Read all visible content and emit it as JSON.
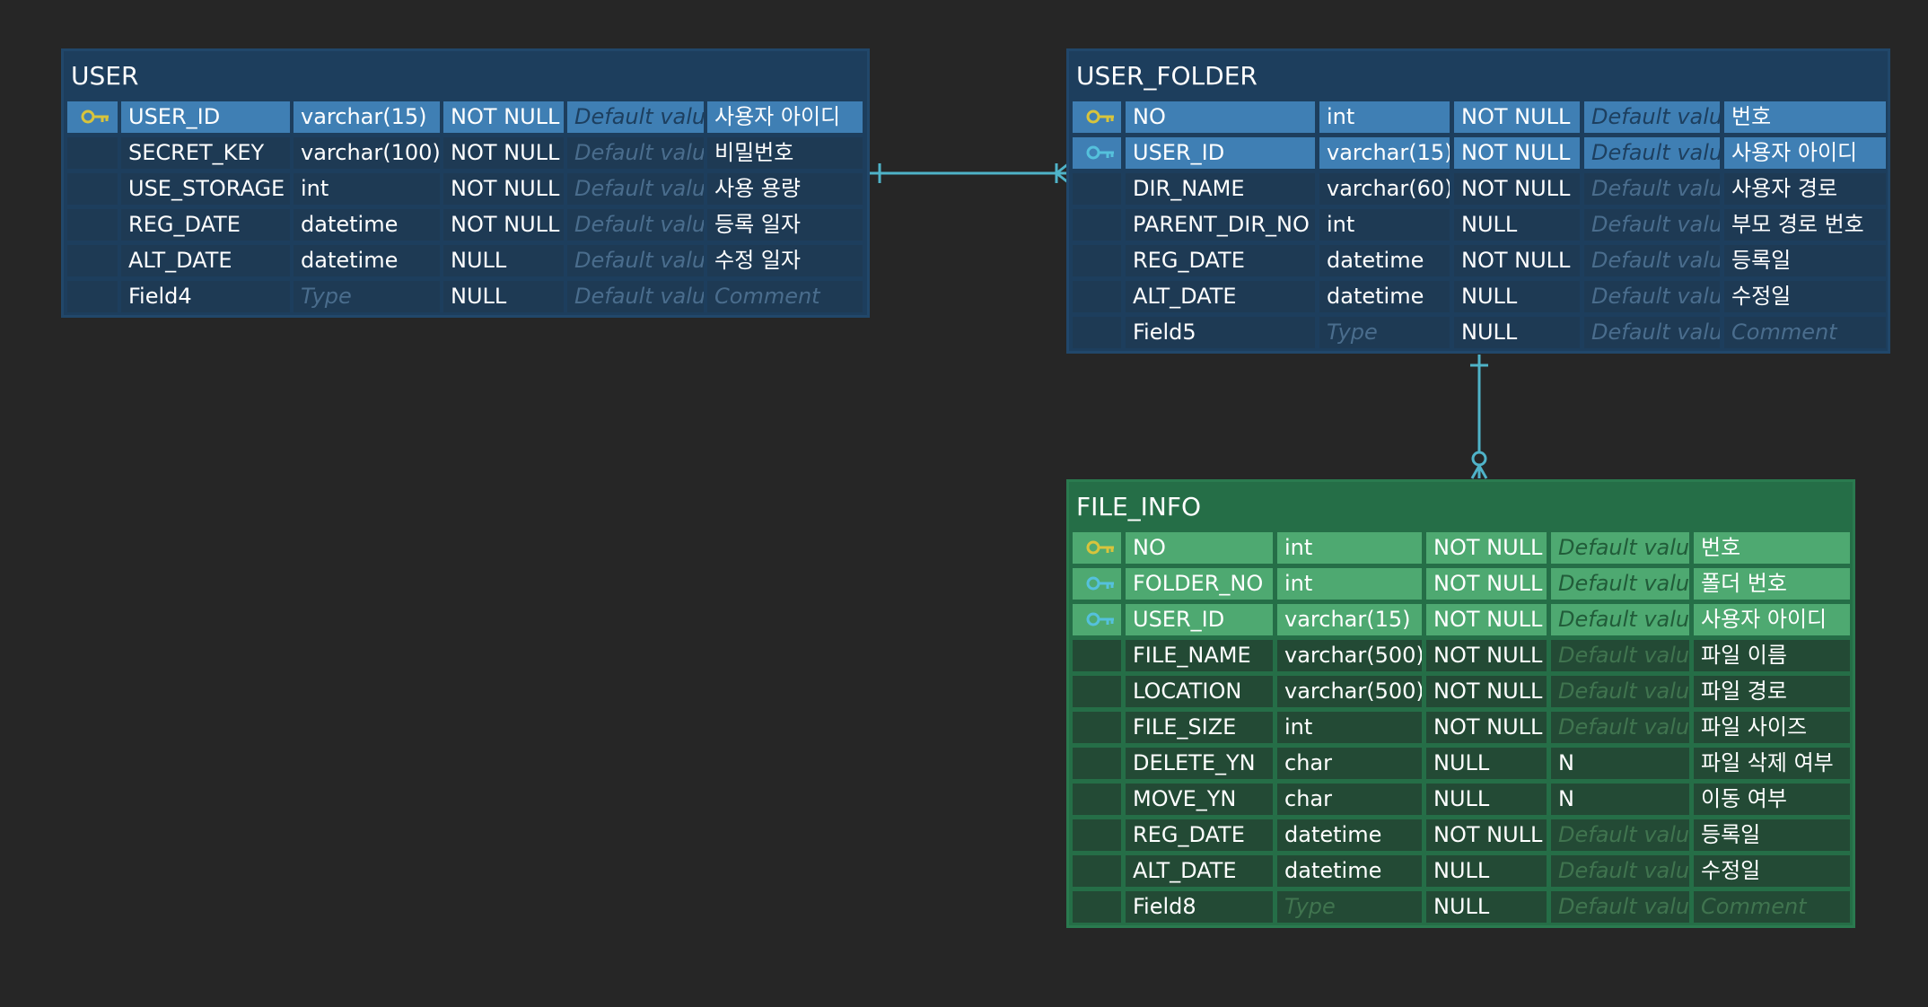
{
  "tables": {
    "user": {
      "name": "USER",
      "rows": [
        {
          "key": "primary",
          "name": "USER_ID",
          "type": "varchar(15)",
          "nullable": "NOT NULL",
          "default": "Default value",
          "comment": "사용자 아이디"
        },
        {
          "key": "none",
          "name": "SECRET_KEY",
          "type": "varchar(100)",
          "nullable": "NOT NULL",
          "default": "Default value",
          "comment": "비밀번호"
        },
        {
          "key": "none",
          "name": "USE_STORAGE",
          "type": "int",
          "nullable": "NOT NULL",
          "default": "Default value",
          "comment": "사용 용량"
        },
        {
          "key": "none",
          "name": "REG_DATE",
          "type": "datetime",
          "nullable": "NOT NULL",
          "default": "Default value",
          "comment": "등록 일자"
        },
        {
          "key": "none",
          "name": "ALT_DATE",
          "type": "datetime",
          "nullable": "NULL",
          "default": "Default value",
          "comment": "수정 일자"
        },
        {
          "key": "none",
          "name": "Field4",
          "type": "Type",
          "nullable": "NULL",
          "default": "Default value",
          "comment": "Comment"
        }
      ]
    },
    "user_folder": {
      "name": "USER_FOLDER",
      "rows": [
        {
          "key": "primary",
          "name": "NO",
          "type": "int",
          "nullable": "NOT NULL",
          "default": "Default value",
          "comment": "번호"
        },
        {
          "key": "foreign",
          "name": "USER_ID",
          "type": "varchar(15)",
          "nullable": "NOT NULL",
          "default": "Default value",
          "comment": "사용자 아이디"
        },
        {
          "key": "none",
          "name": "DIR_NAME",
          "type": "varchar(60)",
          "nullable": "NOT NULL",
          "default": "Default value",
          "comment": "사용자 경로"
        },
        {
          "key": "none",
          "name": "PARENT_DIR_NO",
          "type": "int",
          "nullable": "NULL",
          "default": "Default value",
          "comment": "부모 경로 번호"
        },
        {
          "key": "none",
          "name": "REG_DATE",
          "type": "datetime",
          "nullable": "NOT NULL",
          "default": "Default value",
          "comment": "등록일"
        },
        {
          "key": "none",
          "name": "ALT_DATE",
          "type": "datetime",
          "nullable": "NULL",
          "default": "Default value",
          "comment": "수정일"
        },
        {
          "key": "none",
          "name": "Field5",
          "type": "Type",
          "nullable": "NULL",
          "default": "Default value",
          "comment": "Comment"
        }
      ]
    },
    "file_info": {
      "name": "FILE_INFO",
      "rows": [
        {
          "key": "primary",
          "name": "NO",
          "type": "int",
          "nullable": "NOT NULL",
          "default": "Default value",
          "comment": "번호"
        },
        {
          "key": "foreign",
          "name": "FOLDER_NO",
          "type": "int",
          "nullable": "NOT NULL",
          "default": "Default value",
          "comment": "폴더 번호"
        },
        {
          "key": "foreign",
          "name": "USER_ID",
          "type": "varchar(15)",
          "nullable": "NOT NULL",
          "default": "Default value",
          "comment": "사용자 아이디"
        },
        {
          "key": "none",
          "name": "FILE_NAME",
          "type": "varchar(500)",
          "nullable": "NOT NULL",
          "default": "Default value",
          "comment": "파일 이름"
        },
        {
          "key": "none",
          "name": "LOCATION",
          "type": "varchar(500)",
          "nullable": "NOT NULL",
          "default": "Default value",
          "comment": "파일 경로"
        },
        {
          "key": "none",
          "name": "FILE_SIZE",
          "type": "int",
          "nullable": "NOT NULL",
          "default": "Default value",
          "comment": "파일 사이즈"
        },
        {
          "key": "none",
          "name": "DELETE_YN",
          "type": "char",
          "nullable": "NULL",
          "default": "N",
          "comment": "파일 삭제 여부"
        },
        {
          "key": "none",
          "name": "MOVE_YN",
          "type": "char",
          "nullable": "NULL",
          "default": "N",
          "comment": "이동 여부"
        },
        {
          "key": "none",
          "name": "REG_DATE",
          "type": "datetime",
          "nullable": "NOT NULL",
          "default": "Default value",
          "comment": "등록일"
        },
        {
          "key": "none",
          "name": "ALT_DATE",
          "type": "datetime",
          "nullable": "NULL",
          "default": "Default value",
          "comment": "수정일"
        },
        {
          "key": "none",
          "name": "Field8",
          "type": "Type",
          "nullable": "NULL",
          "default": "Default value",
          "comment": "Comment"
        }
      ]
    }
  },
  "relationships": [
    {
      "from": "USER",
      "to": "USER_FOLDER",
      "cardinality": "one-to-many"
    },
    {
      "from": "USER_FOLDER",
      "to": "FILE_INFO",
      "cardinality": "one-to-zero-or-many"
    }
  ],
  "colors": {
    "background": "#262626",
    "blue_table": "#1d3e5d",
    "blue_key_row": "#3f7fb4",
    "green_table": "#256e47",
    "green_key_row": "#4ea971",
    "primary_key_icon": "#d8c43c",
    "foreign_key_icon": "#55c1dc",
    "connector": "#4fb3c8"
  }
}
